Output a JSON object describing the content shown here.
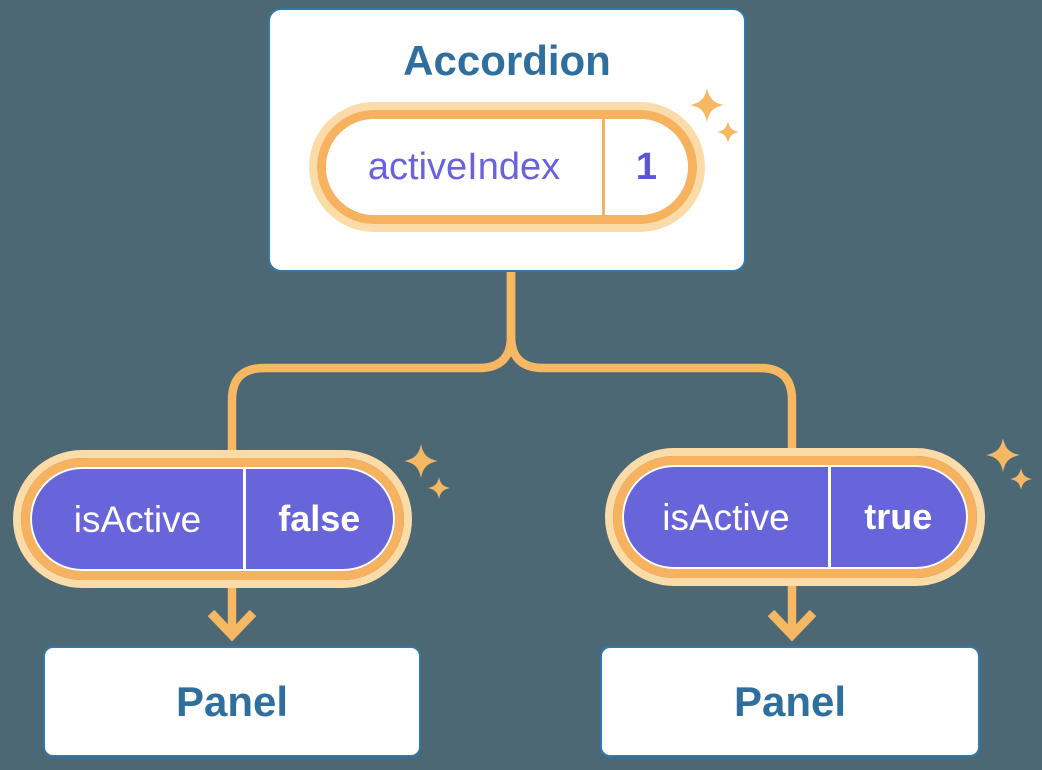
{
  "colors": {
    "background": "#4D6875",
    "card_border": "#3279A9",
    "heading_text": "#2F6F9E",
    "pill_purple": "#6864D9",
    "pill_label_purple_text": "#6A62DA",
    "pill_value_purple_text": "#5B54D6",
    "orange": "#F6B25F",
    "peach": "#FBDCA9",
    "connector": "#F6B863",
    "white": "#FFFFFF"
  },
  "accordion": {
    "title": "Accordion",
    "state_pill": {
      "label": "activeIndex",
      "value": "1"
    }
  },
  "children": [
    {
      "prop_pill": {
        "label": "isActive",
        "value": "false"
      },
      "panel_title": "Panel"
    },
    {
      "prop_pill": {
        "label": "isActive",
        "value": "true"
      },
      "panel_title": "Panel"
    }
  ]
}
